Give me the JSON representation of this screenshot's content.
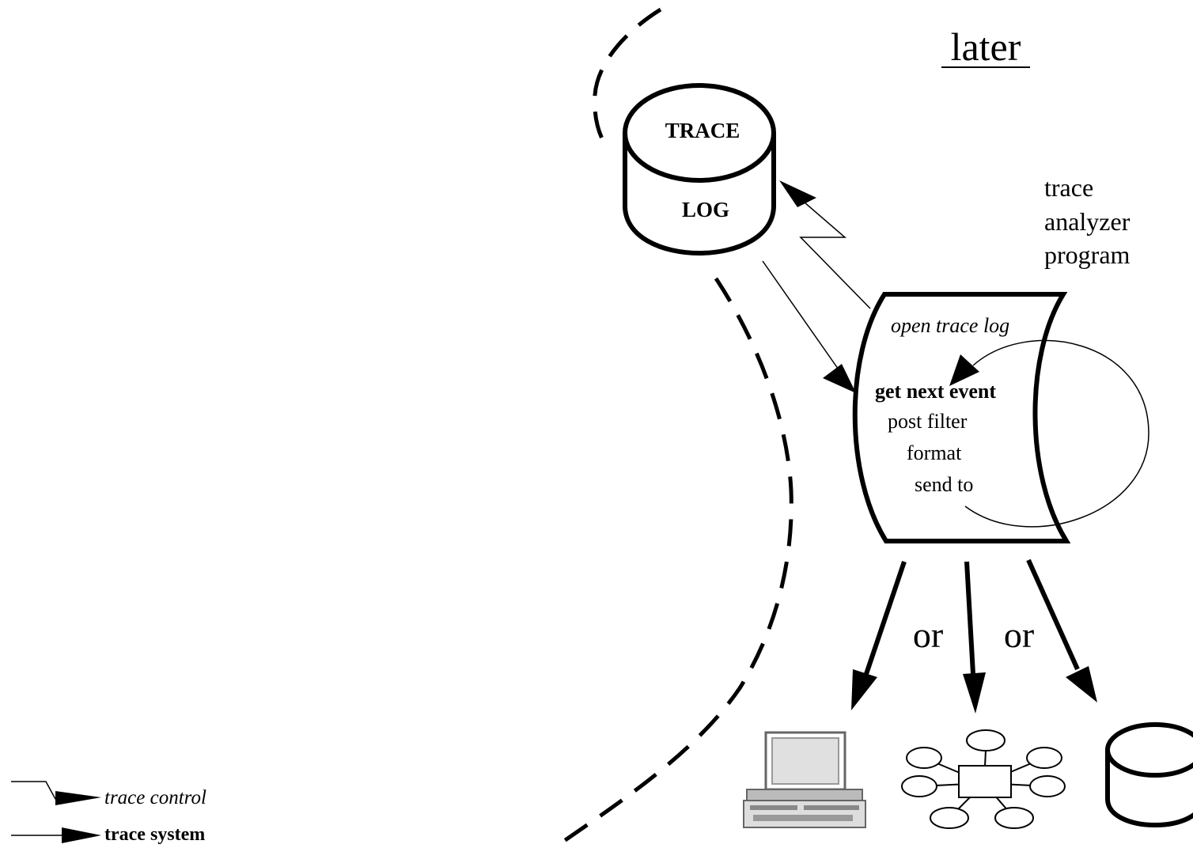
{
  "title": "later",
  "program_label": [
    "trace",
    "analyzer",
    "program"
  ],
  "trace_log": {
    "top": "TRACE",
    "bottom": "LOG"
  },
  "steps": {
    "open": "open trace log",
    "get_next": "get next event",
    "post_filter": "post filter",
    "format": "format",
    "send_to": "send to"
  },
  "or_labels": [
    "or",
    "or"
  ],
  "legend": {
    "control": "trace control",
    "system": "trace system"
  },
  "colors": {
    "ink": "#000000",
    "screen": "#e0e0e0",
    "paper": "#ffffff"
  },
  "icons": [
    "computer-icon",
    "network-icon",
    "database-icon"
  ]
}
